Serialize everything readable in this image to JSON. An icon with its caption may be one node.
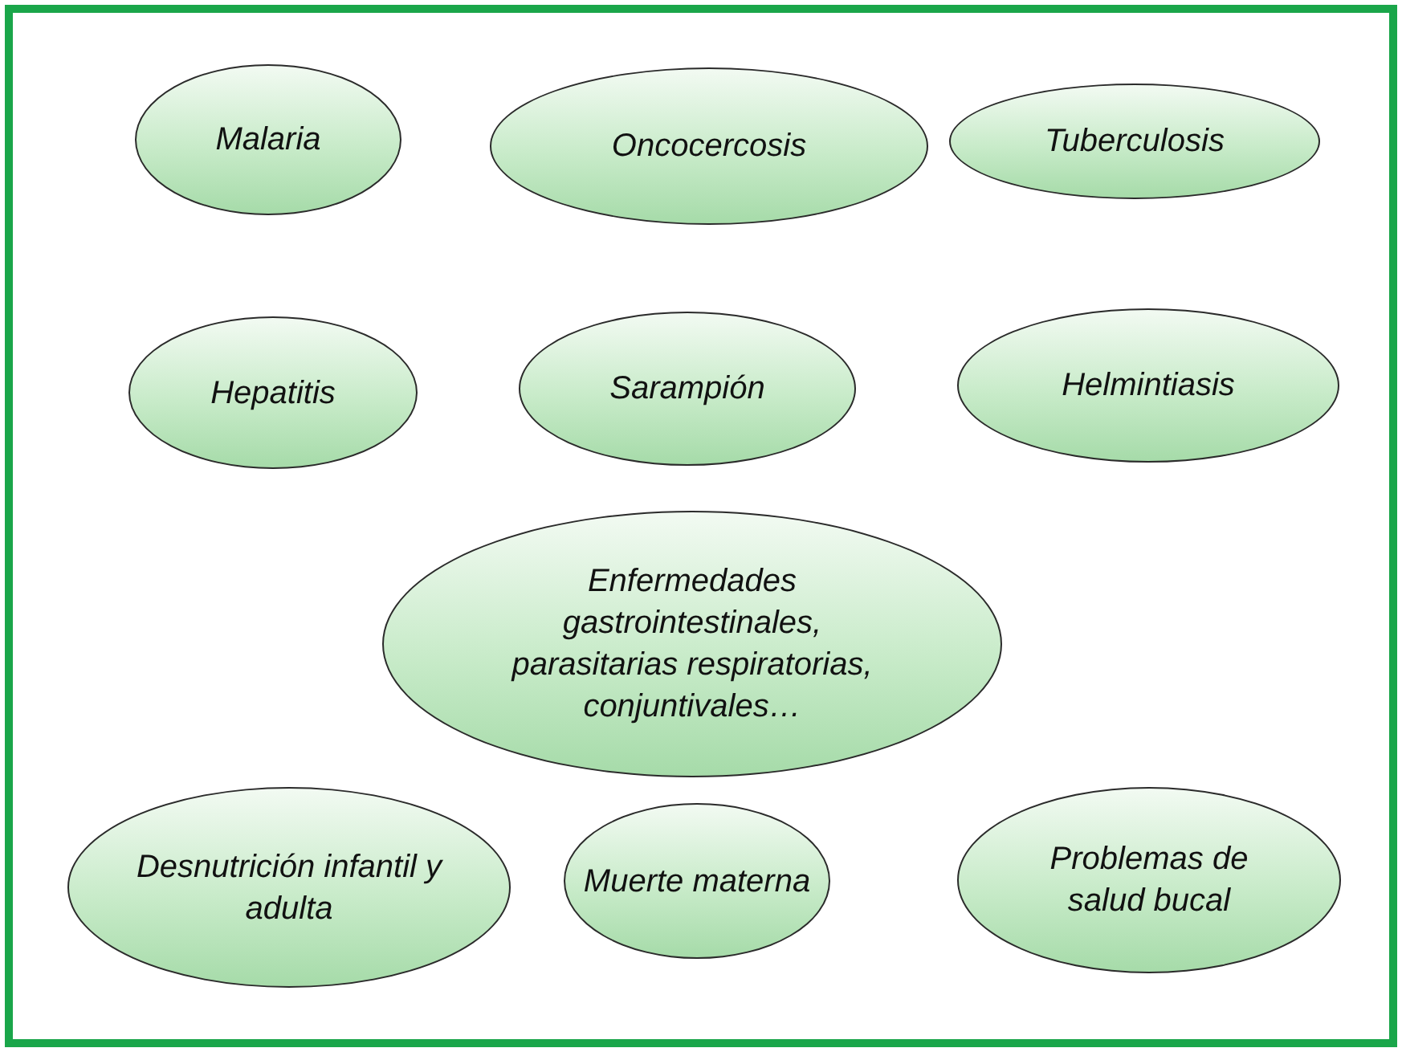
{
  "diagram": {
    "nodes": [
      {
        "text": [
          "Malaria"
        ]
      },
      {
        "text": [
          "Oncocercosis"
        ]
      },
      {
        "text": [
          "Tuberculosis"
        ]
      },
      {
        "text": [
          "Hepatitis"
        ]
      },
      {
        "text": [
          "Sarampión"
        ]
      },
      {
        "text": [
          "Helmintiasis"
        ]
      },
      {
        "text": [
          "Enfermedades gastrointestinales, parasitarias respiratorias, conjuntivales…"
        ]
      },
      {
        "text": [
          "Desnutrición infantil y adulta"
        ]
      },
      {
        "text": [
          "Muerte materna"
        ]
      },
      {
        "text": [
          "Problemas de salud bucal"
        ]
      }
    ]
  }
}
